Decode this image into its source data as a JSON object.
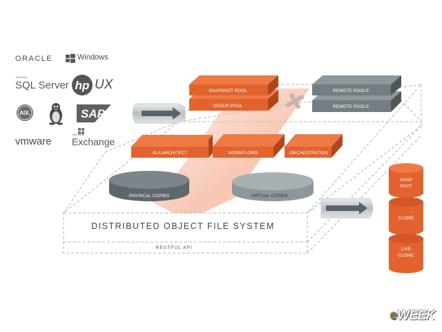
{
  "logos": {
    "oracle": "ORACLE",
    "windows": "Windows",
    "sql_small": "Microsoft",
    "sql": "SQL Server",
    "hp": "hp",
    "ux": "UX",
    "aix": "AIX.",
    "sap": "SAP",
    "vmware": "vmware",
    "exchange_small": "Microsoft",
    "exchange": "Exchange"
  },
  "blocks": {
    "snapshot_pool": "SNAPSHOT POOL",
    "dedup_pool": "DEDUP POOL",
    "remote_pools_1": "REMOTE POOLS",
    "remote_pools_2": "REMOTE POOLS",
    "sla_architect": "SLA ARCHITECT",
    "workflows": "WORKFLOWS",
    "orchestration": "ORCHESTRATION",
    "physical_copies": "PHYSICAL COPIES",
    "virtual_copies": "VIRTUAL COPIES",
    "dofs": "DISTRIBUTED OBJECT FILE SYSTEM",
    "restful_api": "RESTFUL API"
  },
  "outputs": {
    "snap1": "SNAP",
    "snap2": "SHOT",
    "clone": "CLONE",
    "live1": "LIVE",
    "live2": "CLONE"
  },
  "watermark": {
    "e": "e",
    "rest": "WEEK"
  },
  "colors": {
    "orange": "#e2632d",
    "orange_dark": "#c24c1d",
    "gray_block": "#737d82",
    "gray_dark": "#5c6569"
  }
}
